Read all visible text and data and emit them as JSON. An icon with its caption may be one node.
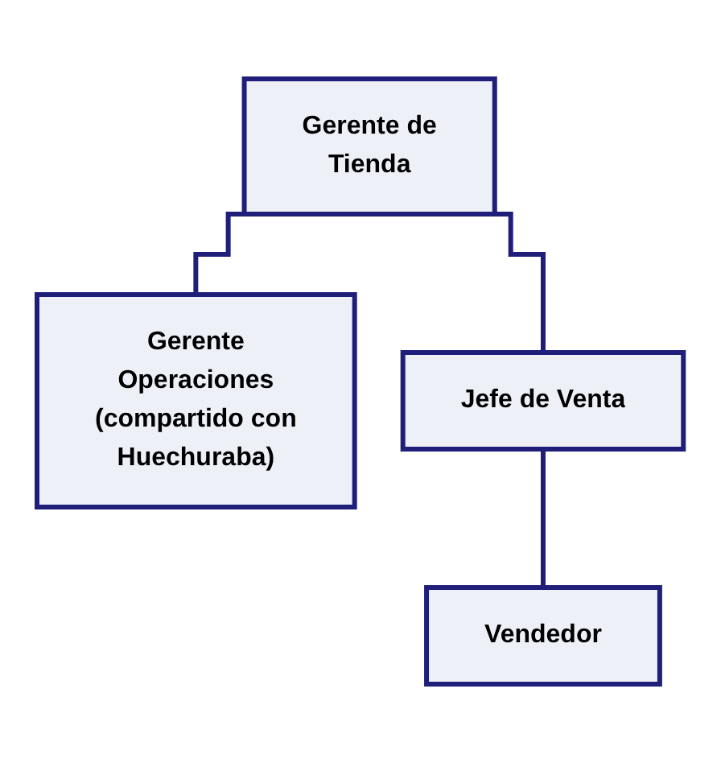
{
  "diagram": {
    "nodes": [
      {
        "text": [
          "Gerente de Tienda"
        ]
      },
      {
        "text": [
          "Gerente Operaciones (compartido con Huechuraba)"
        ]
      },
      {
        "text": [
          "Jefe de Venta"
        ]
      },
      {
        "text": [
          "Vendedor"
        ]
      }
    ],
    "edges": [
      {
        "from": 0,
        "to": 1,
        "arrow": "none"
      },
      {
        "from": 0,
        "to": 2,
        "arrow": "none"
      },
      {
        "from": 2,
        "to": 3,
        "arrow": "none"
      }
    ]
  }
}
